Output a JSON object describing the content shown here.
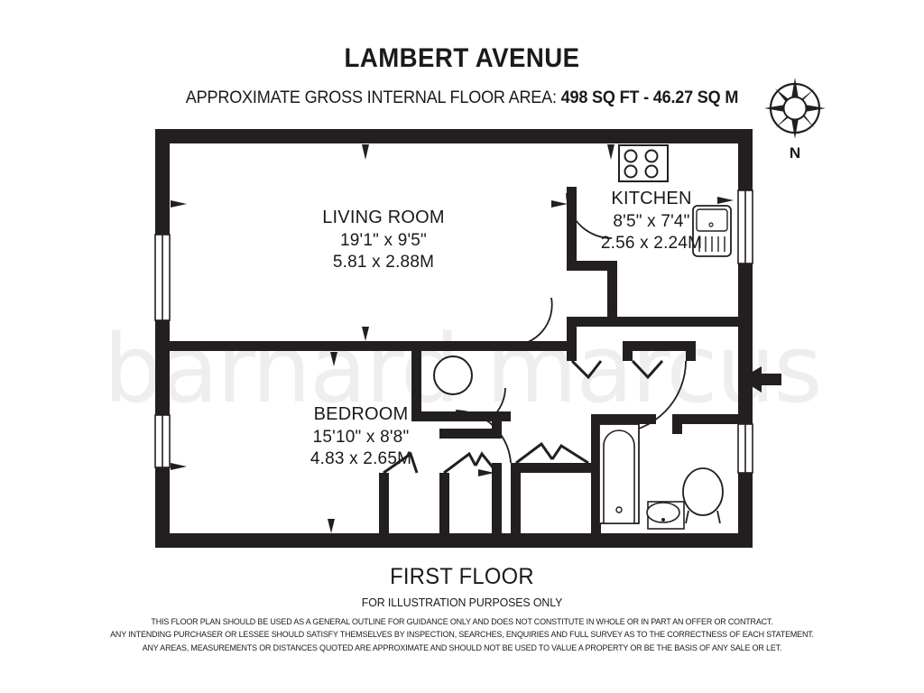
{
  "header": {
    "title": "LAMBERT AVENUE",
    "area_prefix": "APPROXIMATE GROSS INTERNAL FLOOR AREA:",
    "area_sqft": "498 SQ FT",
    "area_sep": "-",
    "area_sqm": "46.27 SQ M"
  },
  "compass": {
    "north_label": "N",
    "icon": "compass-rose-icon"
  },
  "watermark": {
    "text": "barnard marcus",
    "color": "#eeeeee"
  },
  "rooms": [
    {
      "key": "living",
      "name": "LIVING ROOM",
      "imperial": "19'1\" x 9'5\"",
      "metric": "5.81 x 2.88M"
    },
    {
      "key": "bedroom",
      "name": "BEDROOM",
      "imperial": "15'10\" x 8'8\"",
      "metric": "4.83 x 2.65M"
    },
    {
      "key": "kitchen",
      "name": "KITCHEN",
      "imperial": "8'5\" x 7'4\"",
      "metric": "2.56 x 2.24M"
    }
  ],
  "fixtures": [
    {
      "name": "hob-icon",
      "room": "kitchen",
      "burners": 4
    },
    {
      "name": "sink-icon",
      "room": "kitchen"
    },
    {
      "name": "bath-icon",
      "room": "bathroom"
    },
    {
      "name": "toilet-icon",
      "room": "bathroom"
    },
    {
      "name": "basin-icon",
      "room": "bathroom"
    },
    {
      "name": "cylinder-icon",
      "room": "hall-cupboard"
    }
  ],
  "footer": {
    "floor_name": "FIRST FLOOR",
    "illustration_note": "FOR ILLUSTRATION PURPOSES ONLY",
    "disclaimer_lines": [
      "THIS FLOOR PLAN SHOULD BE USED AS A GENERAL OUTLINE FOR GUIDANCE ONLY AND DOES NOT CONSTITUTE IN WHOLE OR IN PART AN OFFER OR CONTRACT.",
      "ANY INTENDING PURCHASER OR LESSEE SHOULD SATISFY THEMSELVES BY INSPECTION, SEARCHES, ENQUIRIES AND FULL SURVEY AS TO THE CORRECTNESS OF EACH STATEMENT.",
      "ANY AREAS, MEASUREMENTS OR DISTANCES QUOTED ARE APPROXIMATE AND SHOULD NOT BE USED TO VALUE A PROPERTY OR BE THE BASIS OF ANY SALE OR LET."
    ]
  },
  "colors": {
    "wall": "#231f20",
    "ink": "#1a1a1a",
    "paper": "#ffffff",
    "watermark": "#eeeeee"
  }
}
